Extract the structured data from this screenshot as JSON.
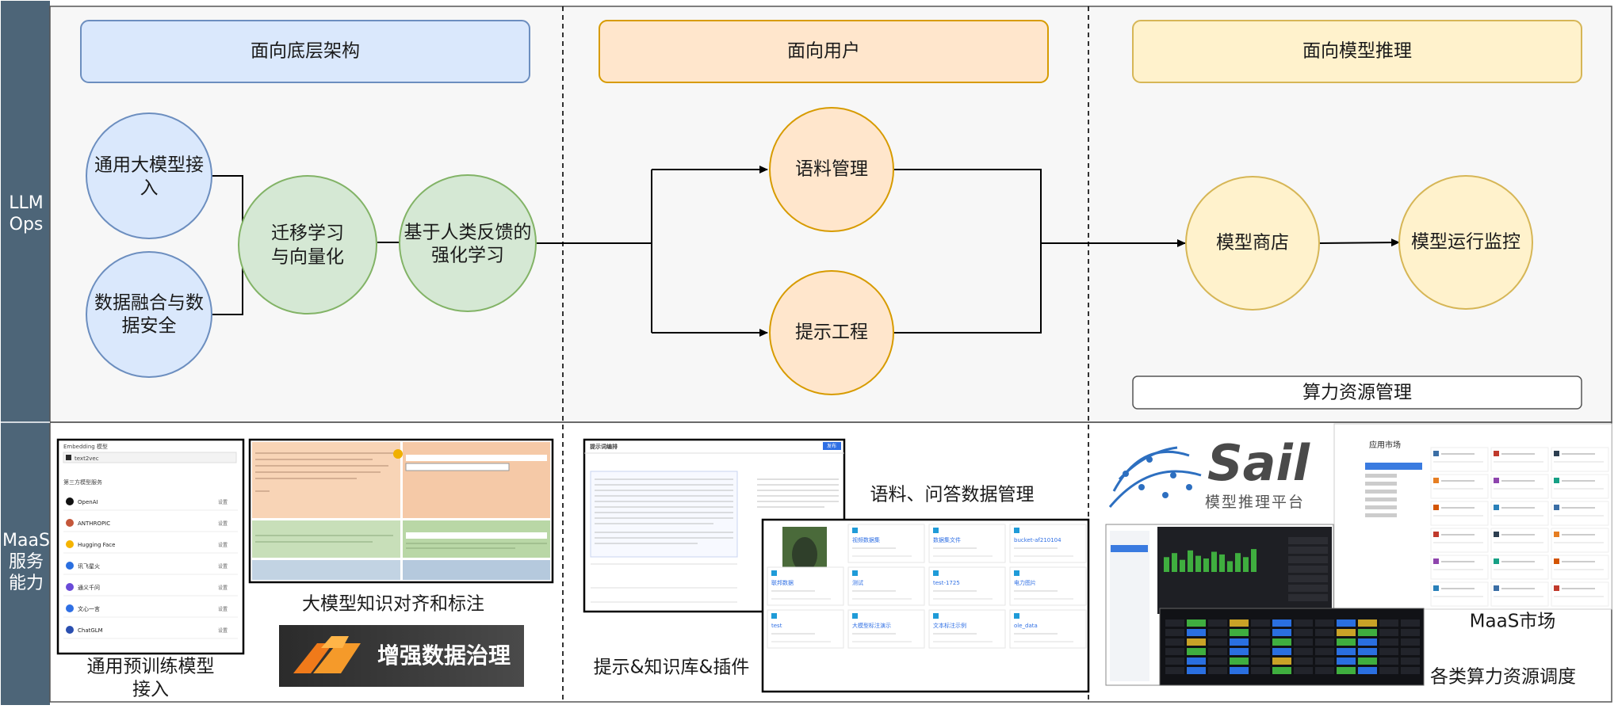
{
  "side_labels": {
    "top": [
      "LLM",
      "Ops"
    ],
    "bottom": [
      "MaaS",
      "服务",
      "能力"
    ]
  },
  "headers": {
    "infra": "面向底层架构",
    "user": "面向用户",
    "inference": "面向模型推理"
  },
  "nodes": {
    "llm_access": [
      "通用大模型接",
      "入"
    ],
    "data_security": [
      "数据融合与数",
      "据安全"
    ],
    "transfer": [
      "迁移学习",
      "与向量化"
    ],
    "rlhf": [
      "基于人类反馈的",
      "强化学习"
    ],
    "corpus": [
      "语料管理"
    ],
    "prompt": [
      "提示工程"
    ],
    "store": [
      "模型商店"
    ],
    "monitor": [
      "模型运行监控"
    ]
  },
  "compute_box": "算力资源管理",
  "captions": {
    "pretrain": [
      "通用预训练模型",
      "接入"
    ],
    "align": "大模型知识对齐和标注",
    "prompt_kb": "提示&知识库&插件",
    "corpus_qa": "语料、问答数据管理",
    "market": "MaaS市场",
    "compute": "各类算力资源调度"
  },
  "banner": "增强数据治理",
  "sail": {
    "name": "Sail",
    "subtitle": "模型推理平台"
  },
  "embedding_panel": {
    "title": "Embedding 模型",
    "selected": "text2vec",
    "section": "第三方模型服务",
    "providers": [
      "OpenAI",
      "ANTHROPIC",
      "Hugging Face",
      "讯飞星火",
      "通义千问",
      "文心一言",
      "ChatGLM"
    ],
    "action": "设置"
  },
  "prompt_panel": {
    "title": "提示词编排",
    "button": "发布"
  },
  "dataset_cards": [
    "视频数据集",
    "数据集文件",
    "bucket-af210104",
    "联邦数据",
    "测试",
    "test-1725",
    "电力图片",
    "test",
    "大模型标注演示",
    "文本标注示例",
    "ole_data"
  ],
  "market_panel": {
    "title": "应用市场"
  },
  "colors": {
    "side_bar": "#4d6578",
    "blue_fill": "#dae8fc",
    "blue_stroke": "#6c8ebf",
    "green_fill": "#d5e8d4",
    "green_stroke": "#82b366",
    "orange_fill": "#ffe6cc",
    "orange_stroke": "#d79b00",
    "yellow_fill": "#fff2cc",
    "yellow_stroke": "#d6b656"
  }
}
